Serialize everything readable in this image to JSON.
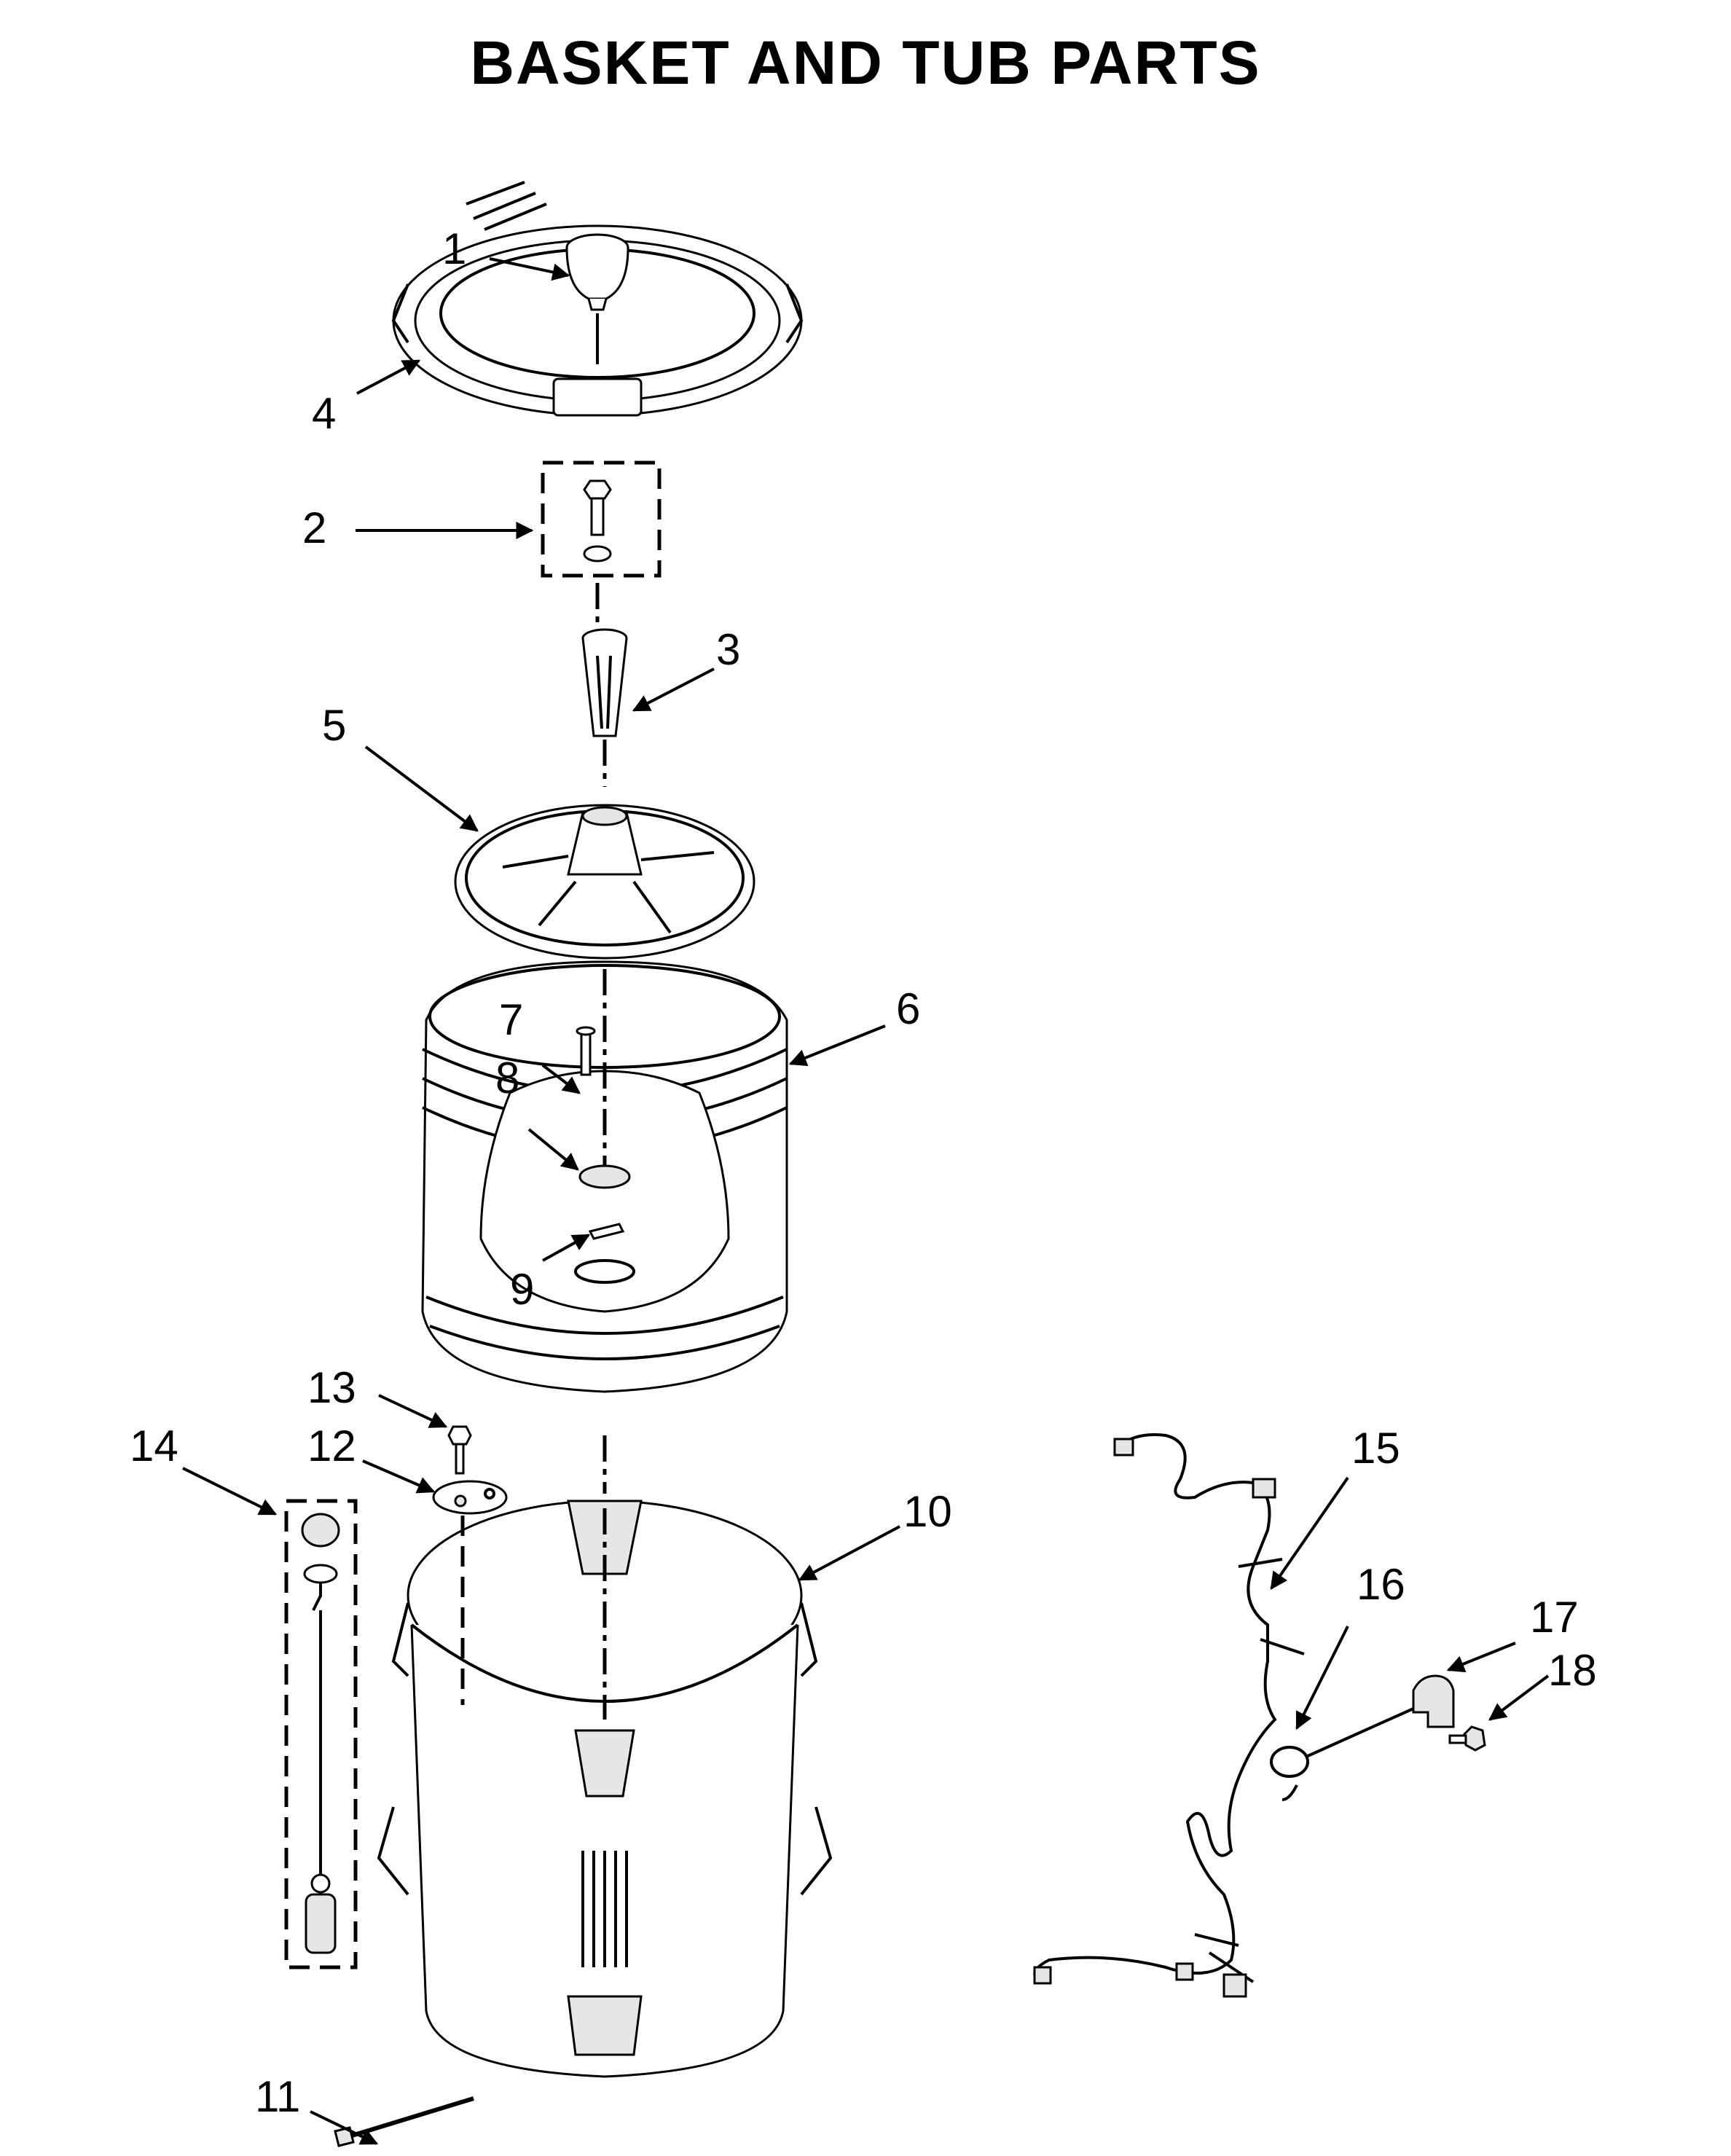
{
  "title": "BASKET AND TUB PARTS",
  "callouts": [
    {
      "id": "1",
      "label": "1"
    },
    {
      "id": "2",
      "label": "2"
    },
    {
      "id": "3",
      "label": "3"
    },
    {
      "id": "4",
      "label": "4"
    },
    {
      "id": "5",
      "label": "5"
    },
    {
      "id": "6",
      "label": "6"
    },
    {
      "id": "7",
      "label": "7"
    },
    {
      "id": "8",
      "label": "8"
    },
    {
      "id": "9",
      "label": "9"
    },
    {
      "id": "10",
      "label": "10"
    },
    {
      "id": "11",
      "label": "11"
    },
    {
      "id": "12",
      "label": "12"
    },
    {
      "id": "13",
      "label": "13"
    },
    {
      "id": "14",
      "label": "14"
    },
    {
      "id": "15",
      "label": "15"
    },
    {
      "id": "16",
      "label": "16"
    },
    {
      "id": "17",
      "label": "17"
    },
    {
      "id": "18",
      "label": "18"
    }
  ]
}
